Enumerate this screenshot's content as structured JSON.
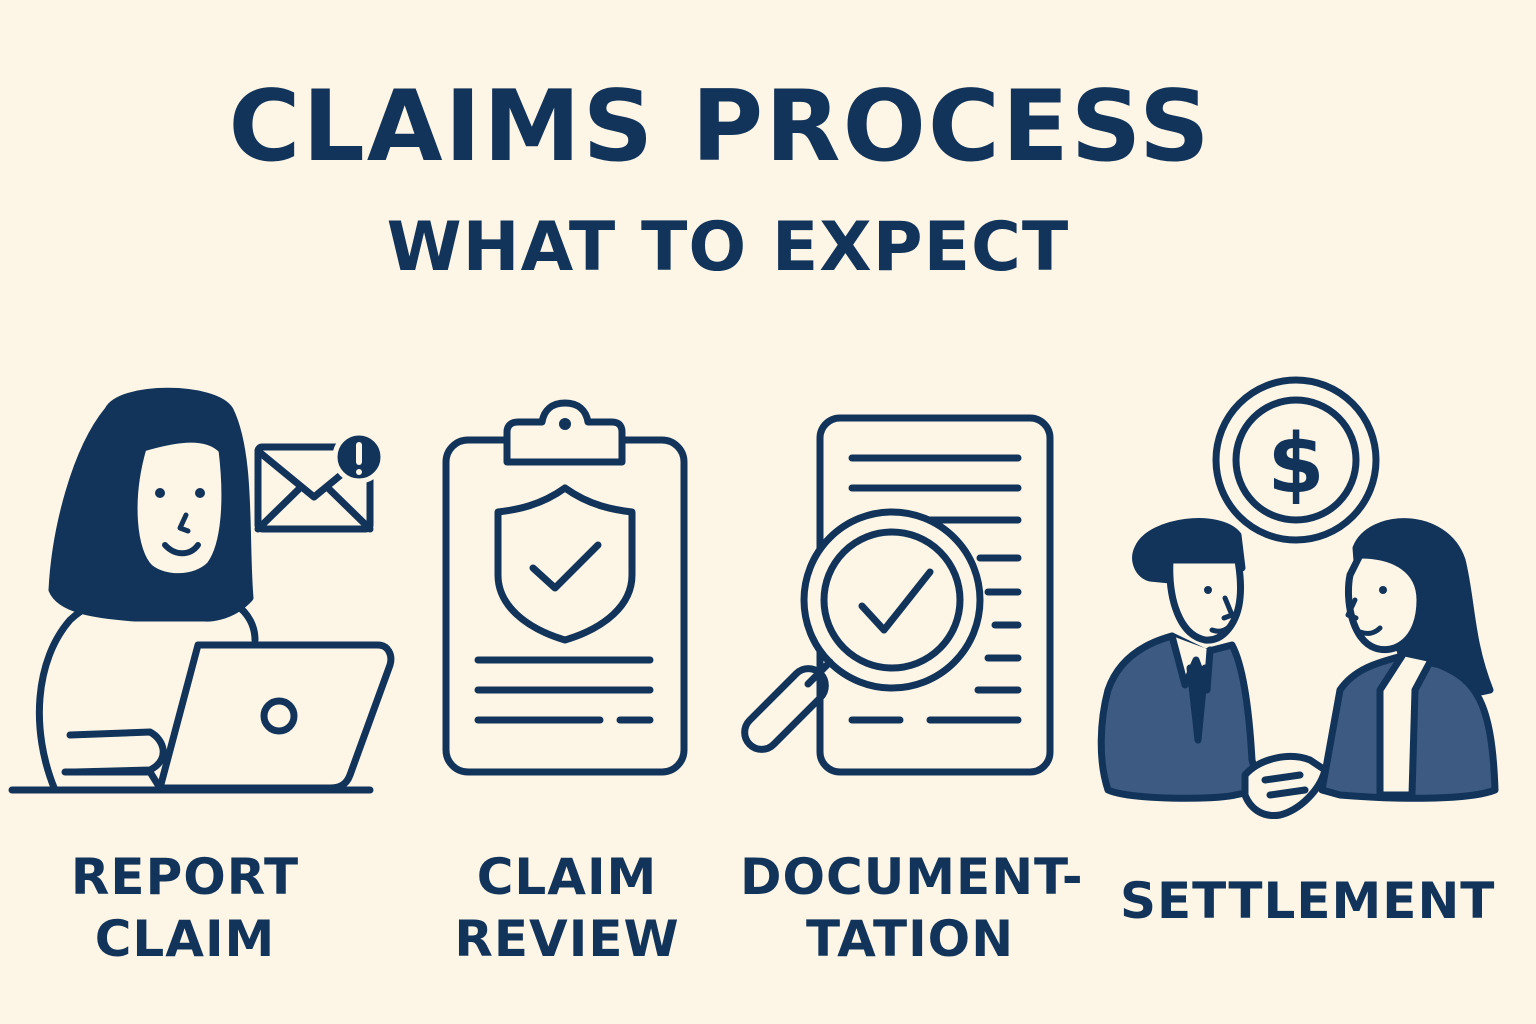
{
  "header": {
    "title": "CLAIMS PROCESS",
    "subtitle": "WHAT TO EXPECT"
  },
  "steps": [
    {
      "icon": "woman-laptop-icon",
      "label_lines": [
        "REPORT",
        "CLAIM"
      ]
    },
    {
      "icon": "clipboard-shield-check-icon",
      "label_lines": [
        "CLAIM",
        "REVIEW"
      ]
    },
    {
      "icon": "document-magnifier-check-icon",
      "label_lines": [
        "DOCUMENT-",
        "TATION"
      ]
    },
    {
      "icon": "handshake-dollar-icon",
      "label_lines": [
        "SETTLEMENT"
      ]
    }
  ],
  "colors": {
    "background": "#fdf6e6",
    "ink": "#12345a",
    "suit_fill": "#3d5a82"
  }
}
